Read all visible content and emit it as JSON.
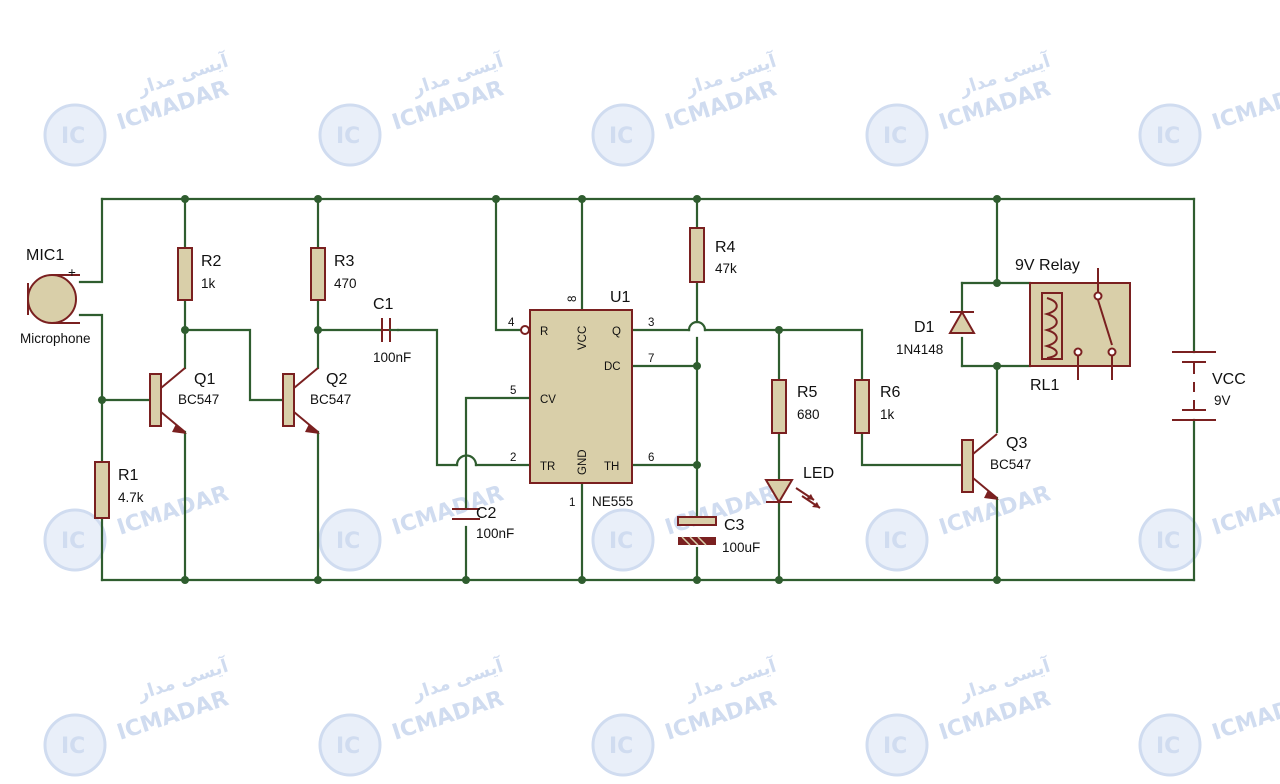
{
  "watermark": {
    "brand": "ICMADAR",
    "brand_fa": "آیسی مدار",
    "badge": "IC"
  },
  "components": {
    "mic1": {
      "ref": "MIC1",
      "value": "Microphone"
    },
    "r1": {
      "ref": "R1",
      "value": "4.7k"
    },
    "r2": {
      "ref": "R2",
      "value": "1k"
    },
    "r3": {
      "ref": "R3",
      "value": "470"
    },
    "r4": {
      "ref": "R4",
      "value": "47k"
    },
    "r5": {
      "ref": "R5",
      "value": "680"
    },
    "r6": {
      "ref": "R6",
      "value": "1k"
    },
    "q1": {
      "ref": "Q1",
      "value": "BC547"
    },
    "q2": {
      "ref": "Q2",
      "value": "BC547"
    },
    "q3": {
      "ref": "Q3",
      "value": "BC547"
    },
    "c1": {
      "ref": "C1",
      "value": "100nF"
    },
    "c2": {
      "ref": "C2",
      "value": "100nF"
    },
    "c3": {
      "ref": "C3",
      "value": "100uF"
    },
    "u1": {
      "ref": "U1",
      "value": "NE555",
      "pins": {
        "r": "R",
        "vcc": "VCC",
        "q": "Q",
        "dc": "DC",
        "cv": "CV",
        "tr": "TR",
        "gnd": "GND",
        "th": "TH"
      },
      "pin_numbers": {
        "p1": "1",
        "p2": "2",
        "p3": "3",
        "p4": "4",
        "p5": "5",
        "p6": "6",
        "p7": "7",
        "p8": "8"
      }
    },
    "d1": {
      "ref": "D1",
      "value": "1N4148"
    },
    "led": {
      "ref": "LED"
    },
    "rl1": {
      "ref": "RL1",
      "value": "9V Relay"
    },
    "vcc": {
      "ref": "VCC",
      "value": "9V"
    },
    "mic_plus": "+"
  },
  "colors": {
    "wire": "#2f5d2f",
    "component_outline": "#7a2020",
    "component_fill": "#d9cfa9",
    "watermark": "#c8d6ee"
  }
}
